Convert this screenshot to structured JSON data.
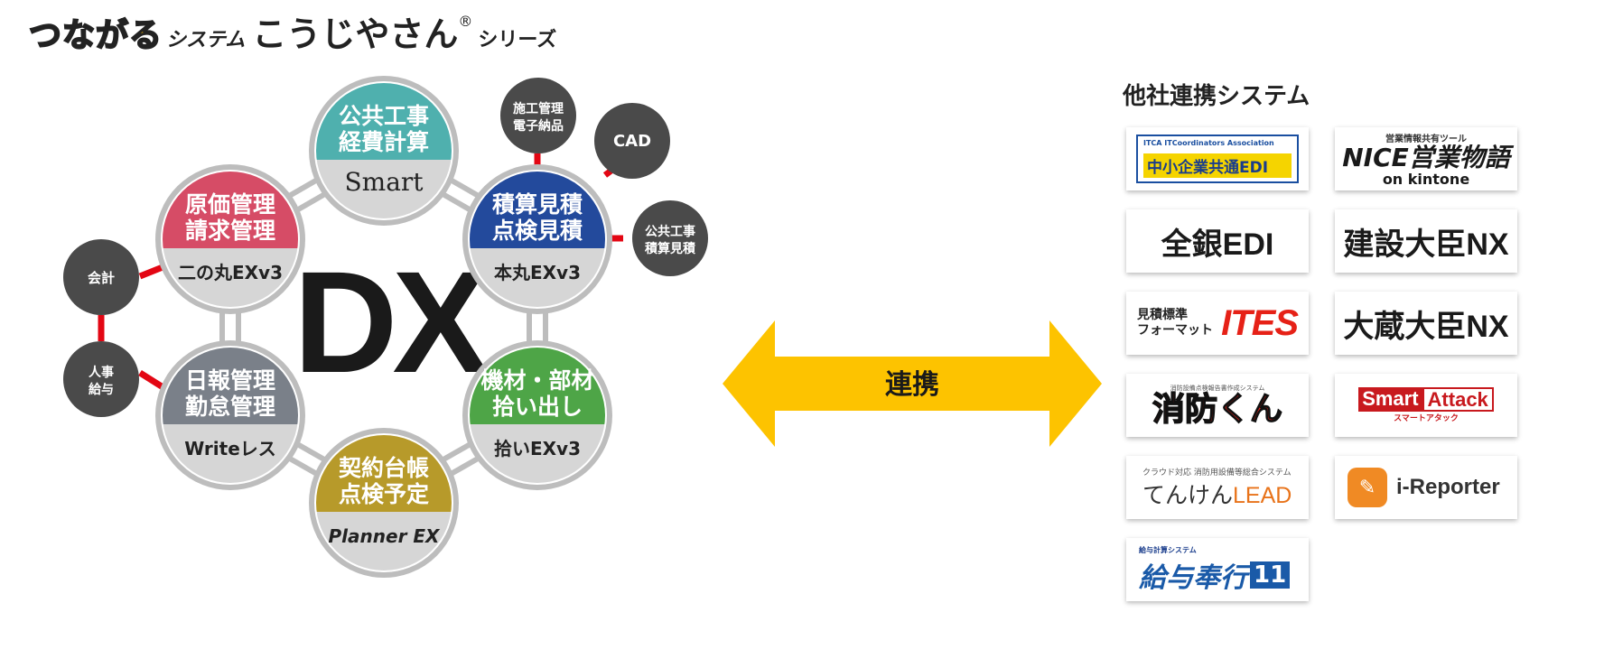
{
  "header": {
    "brand_part1": "つながる",
    "brand_system": "システム",
    "brand_part2": "こうじやさん",
    "registered": "®",
    "series": "シリーズ"
  },
  "hub": {
    "center": "DX",
    "nodes": [
      {
        "title1": "公共工事",
        "title2": "経費計算",
        "sub": "Smart",
        "color": "#4fb0ae"
      },
      {
        "title1": "積算見積",
        "title2": "点検見積",
        "sub": "本丸EXv3",
        "color": "#234a9c"
      },
      {
        "title1": "機材・部材",
        "title2": "拾い出し",
        "sub": "拾いEXv3",
        "color": "#4ea547"
      },
      {
        "title1": "契約台帳",
        "title2": "点検予定",
        "sub": "Planner EX",
        "color": "#b79a2a"
      },
      {
        "title1": "日報管理",
        "title2": "勤怠管理",
        "sub": "Writeレス",
        "color": "#7a8089"
      },
      {
        "title1": "原価管理",
        "title2": "請求管理",
        "sub": "二の丸EXv3",
        "color": "#d64c66"
      }
    ],
    "satellites": [
      {
        "line1": "施工管理",
        "line2": "電子納品"
      },
      {
        "line1": "CAD",
        "line2": ""
      },
      {
        "line1": "公共工事",
        "line2": "積算見積"
      },
      {
        "line1": "会計",
        "line2": ""
      },
      {
        "line1": "人事",
        "line2": "給与"
      }
    ],
    "connector_color": "#e30613",
    "satellite_color": "#4a4a4a"
  },
  "arrow": {
    "label": "連携",
    "color": "#fdc300"
  },
  "other_systems": {
    "title": "他社連携システム",
    "cards": [
      {
        "name": "中小企業共通EDI",
        "tagline": "ITCA ITCoordinators Association"
      },
      {
        "name": "NICE営業物語",
        "tagline": "営業情報共有ツール",
        "sub": "on kintone"
      },
      {
        "name": "全銀EDI"
      },
      {
        "name": "建設大臣NX"
      },
      {
        "name": "ITES",
        "prefix1": "見積標準",
        "prefix2": "フォーマット"
      },
      {
        "name": "大蔵大臣NX"
      },
      {
        "name": "消防くん",
        "tagline": "消防設備点検報告書作成システム"
      },
      {
        "name1": "Smart",
        "name2": "Attack",
        "sub": "スマートアタック"
      },
      {
        "name1": "てんけん",
        "name2": "LEAD",
        "tagline": "クラウド対応 消防用設備等総合システム"
      },
      {
        "name": "i-Reporter",
        "icon": "i-reporter-icon"
      },
      {
        "name": "給与奉行",
        "version": "11",
        "tagline": "給与計算システム"
      }
    ]
  }
}
